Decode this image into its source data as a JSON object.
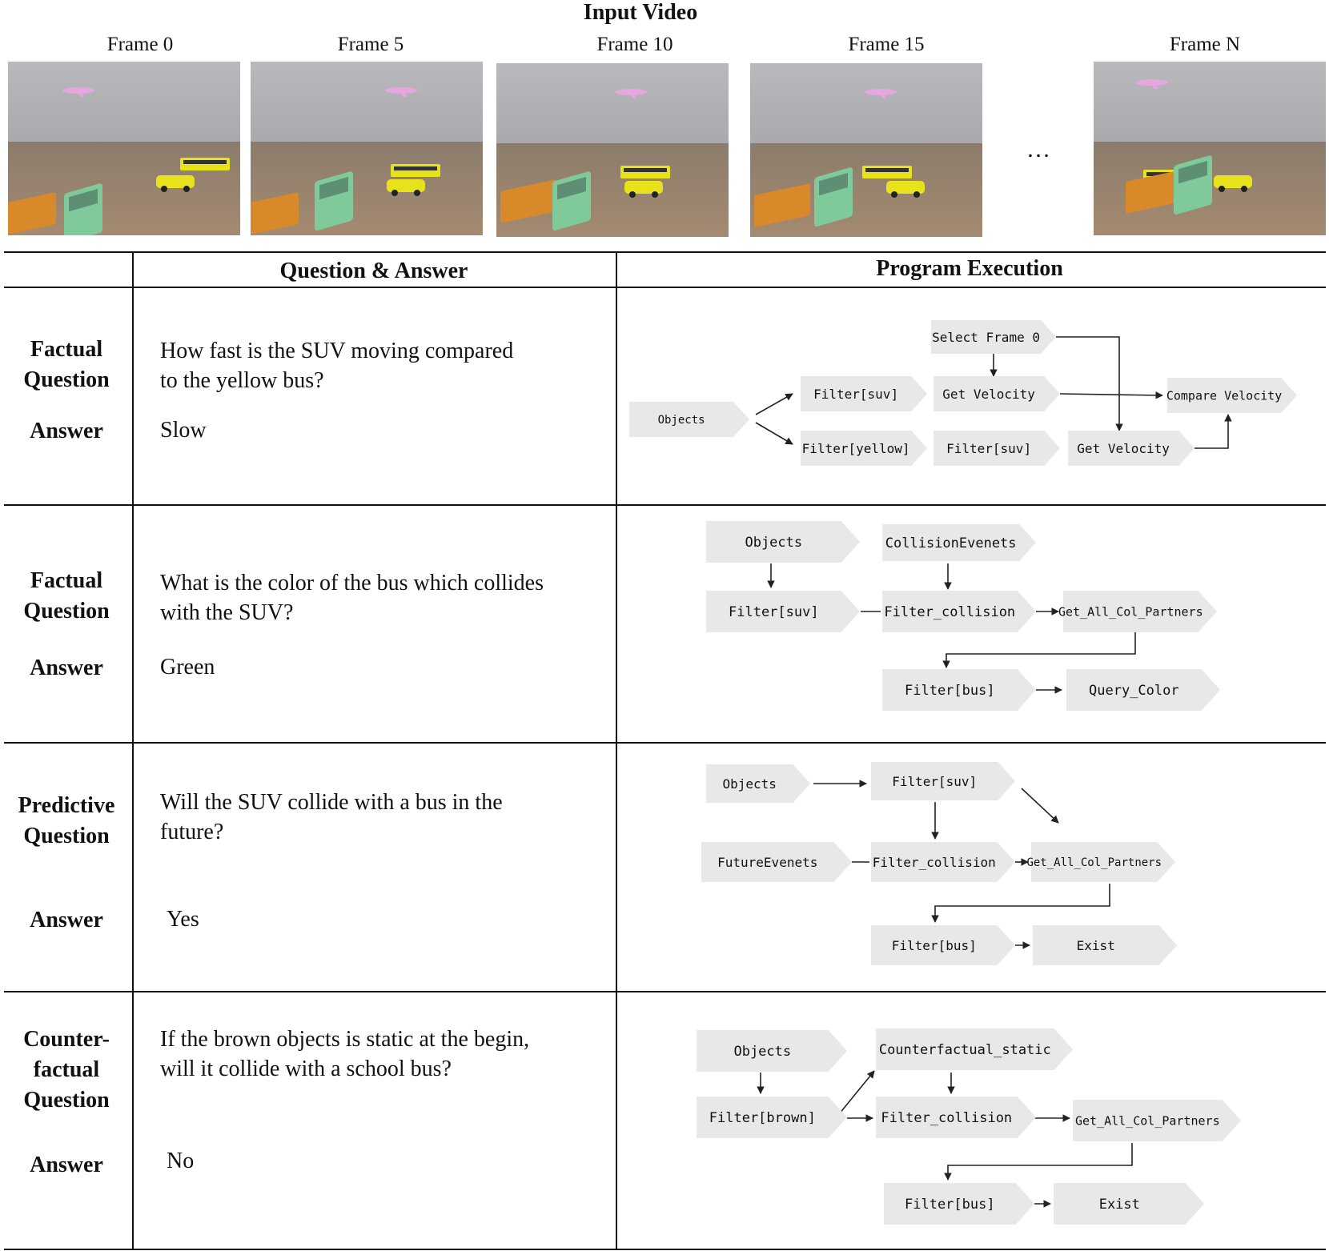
{
  "header": {
    "title": "Input Video",
    "frames": [
      "Frame 0",
      "Frame 5",
      "Frame 10",
      "Frame 15",
      "Frame N"
    ],
    "ellipsis": "…"
  },
  "table": {
    "col_qa": "Question & Answer",
    "col_program": "Program Execution",
    "answer_label": "Answer",
    "rows": [
      {
        "type_lines": [
          "Factual",
          "Question"
        ],
        "question_lines": [
          "How fast is the SUV moving compared",
          "to the yellow bus?"
        ],
        "answer": "Slow",
        "nodes": [
          "Select Frame 0",
          "Objects",
          "Filter[suv]",
          "Get Velocity",
          "Compare Velocity",
          "Filter[yellow]",
          "Filter[suv]",
          "Get Velocity"
        ]
      },
      {
        "type_lines": [
          "Factual",
          "Question"
        ],
        "question_lines": [
          "What is the color of the bus which collides",
          "with the SUV?"
        ],
        "answer": "Green",
        "nodes": [
          "Objects",
          "CollisionEvenets",
          "Filter[suv]",
          "Filter_collision",
          "Get_All_Col_Partners",
          "Filter[bus]",
          "Query_Color"
        ]
      },
      {
        "type_lines": [
          "Predictive",
          "Question"
        ],
        "question_lines": [
          "Will the SUV collide with a bus in the",
          "future?"
        ],
        "answer": "Yes",
        "nodes": [
          "Objects",
          "Filter[suv]",
          "FutureEvenets",
          "Filter_collision",
          "Get_All_Col_Partners",
          "Filter[bus]",
          "Exist"
        ]
      },
      {
        "type_lines": [
          "Counter-",
          "factual",
          "Question"
        ],
        "question_lines": [
          "If the brown objects is static at the begin,",
          "will it collide with a school bus?"
        ],
        "answer": "No",
        "nodes": [
          "Objects",
          "Counterfactual_static",
          "Filter[brown]",
          "Filter_collision",
          "Get_All_Col_Partners",
          "Filter[bus]",
          "Exist"
        ]
      }
    ]
  },
  "colors": {
    "node_fill": "#e8e8e8",
    "sky": "#a9a9ad",
    "ground": "#a48a70",
    "yellow_bus": "#e8e21c",
    "green_bus": "#7fc99a",
    "orange_bus": "#d88a2a",
    "plane": "#e6a6e0"
  }
}
